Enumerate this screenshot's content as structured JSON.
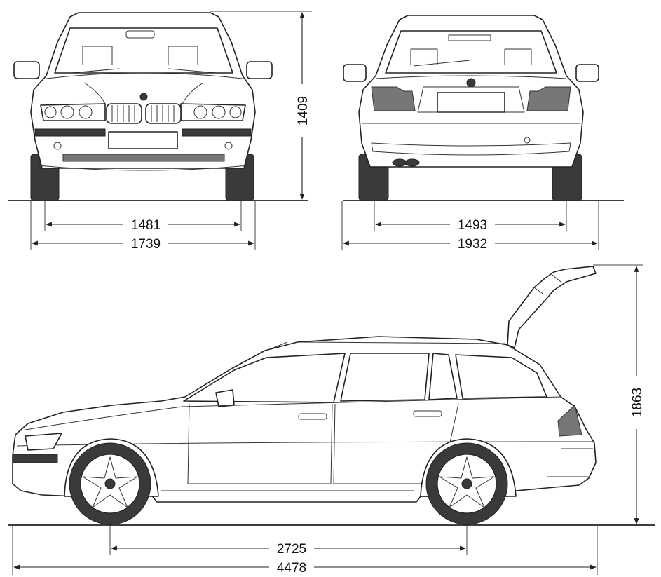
{
  "dimensions": {
    "front_height": "1409",
    "front_track": "1481",
    "front_width": "1739",
    "rear_track": "1493",
    "rear_width_mirrors": "1932",
    "height_tailgate_open": "1863",
    "wheelbase": "2725",
    "overall_length": "4478"
  },
  "colors": {
    "line": "#222222",
    "background": "#ffffff"
  }
}
